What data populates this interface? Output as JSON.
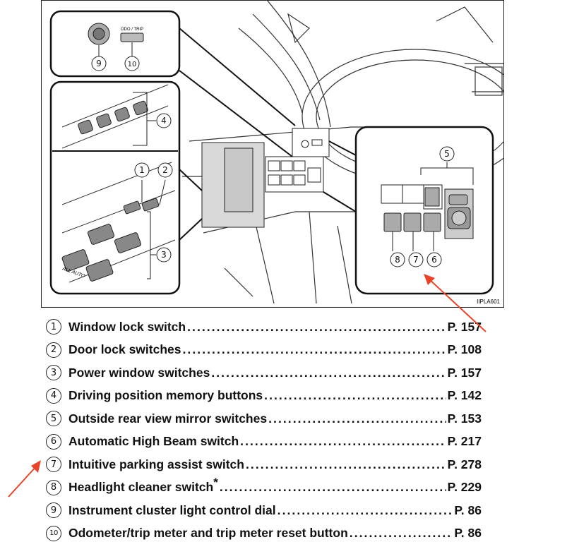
{
  "figure": {
    "code": "IIPLA601",
    "inset_top_labels": {
      "odo_trip": "ODO / TRIP"
    },
    "inset_window_labels": {
      "all_auto": "ALL  AUTO"
    },
    "callouts": [
      "1",
      "2",
      "3",
      "4",
      "5",
      "6",
      "7",
      "8",
      "9",
      "10"
    ]
  },
  "items": [
    {
      "num": "1",
      "label": "Window lock switch",
      "page": "P. 157"
    },
    {
      "num": "2",
      "label": "Door lock switches",
      "page": "P. 108"
    },
    {
      "num": "3",
      "label": "Power window switches",
      "page": "P. 157"
    },
    {
      "num": "4",
      "label": "Driving position memory buttons",
      "page": "P. 142"
    },
    {
      "num": "5",
      "label": "Outside rear view mirror switches",
      "page": "P. 153"
    },
    {
      "num": "6",
      "label": "Automatic High Beam switch",
      "page": "P. 217"
    },
    {
      "num": "7",
      "label": "Intuitive parking assist switch",
      "page": "P. 278"
    },
    {
      "num": "8",
      "label": "Headlight cleaner switch",
      "star": "*",
      "page": "P. 229"
    },
    {
      "num": "9",
      "label": "Instrument cluster light control dial",
      "page": "P. 86"
    },
    {
      "num": "10",
      "label": "Odometer/trip meter and trip meter reset button",
      "page": "P. 86"
    }
  ],
  "colors": {
    "annotation_arrow": "#e8442a",
    "line": "#111111"
  }
}
